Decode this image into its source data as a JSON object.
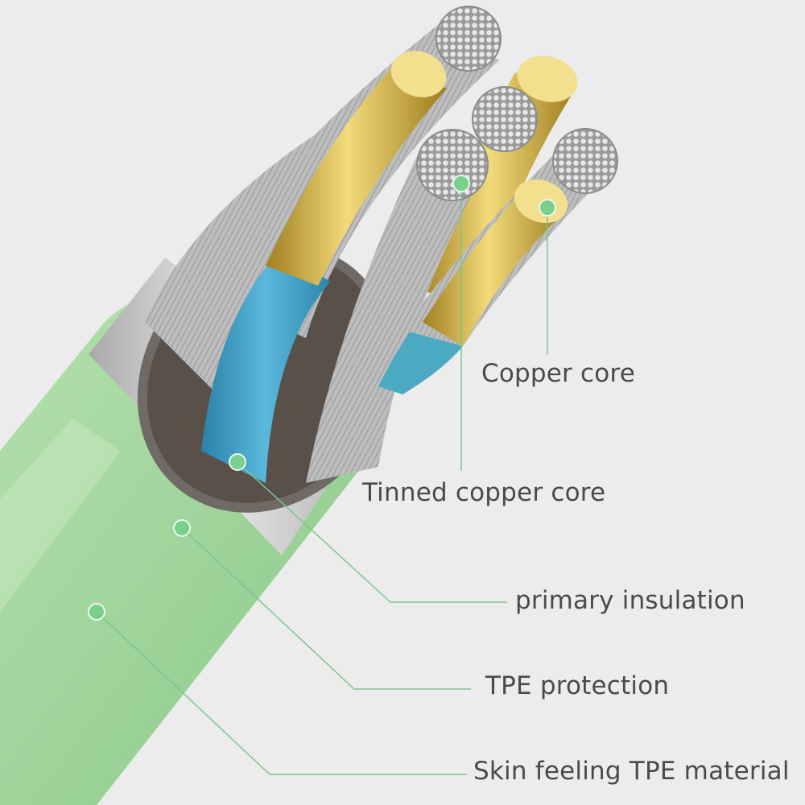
{
  "labels": {
    "copper_core": "Copper core",
    "tinned_copper_core": "Tinned copper core",
    "primary_insulation": "primary insulation",
    "tpe_protection": "TPE protection",
    "skin_tpe": "Skin feeling TPE material"
  },
  "colors": {
    "background": "#ececec",
    "jacket_green": "#9bd39a",
    "sleeve_silver": "#c9c9c9",
    "insulation_blue": "#3b9ec4",
    "copper_gold": "#e2c45a",
    "tinned_silver": "#b8b8b8",
    "callout_line": "#7cc58e",
    "callout_dot": "#78d08c"
  }
}
